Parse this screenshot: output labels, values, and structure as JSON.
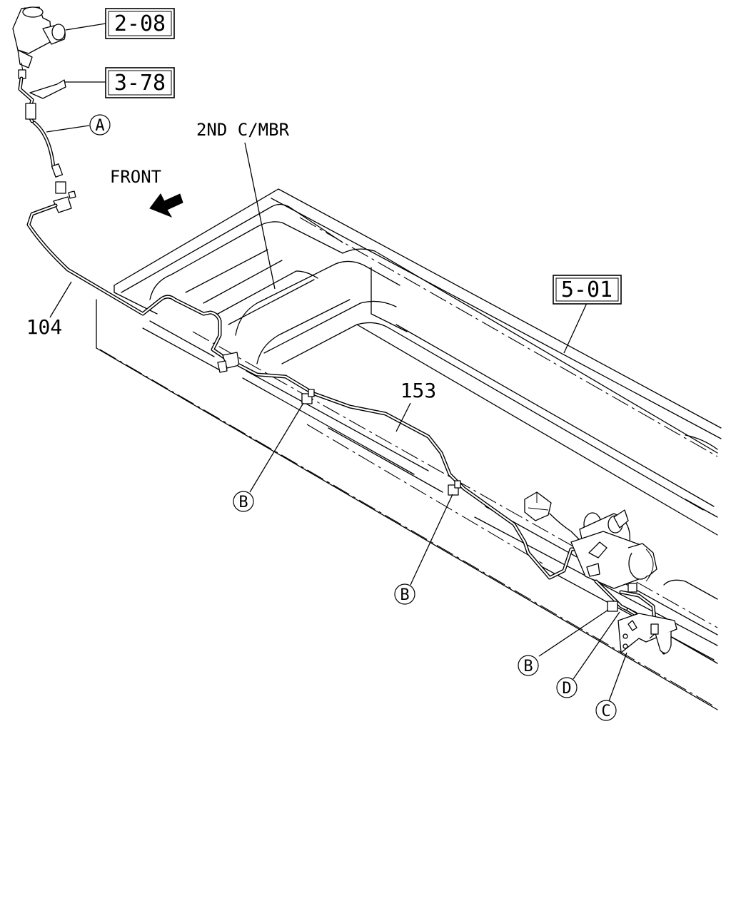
{
  "diagram": {
    "ref_boxes": [
      {
        "id": "ref-2-08",
        "label": "2-08"
      },
      {
        "id": "ref-3-78",
        "label": "3-78"
      },
      {
        "id": "ref-5-01",
        "label": "5-01"
      }
    ],
    "part_numbers": [
      {
        "id": "part-104",
        "label": "104"
      },
      {
        "id": "part-153",
        "label": "153"
      }
    ],
    "text_labels": {
      "front": "FRONT",
      "cross_member": "2ND C/MBR"
    },
    "callouts": [
      {
        "id": "callout-a",
        "letter": "A"
      },
      {
        "id": "callout-b-1",
        "letter": "B"
      },
      {
        "id": "callout-b-2",
        "letter": "B"
      },
      {
        "id": "callout-b-3",
        "letter": "B"
      },
      {
        "id": "callout-d",
        "letter": "D"
      },
      {
        "id": "callout-c",
        "letter": "C"
      }
    ]
  }
}
